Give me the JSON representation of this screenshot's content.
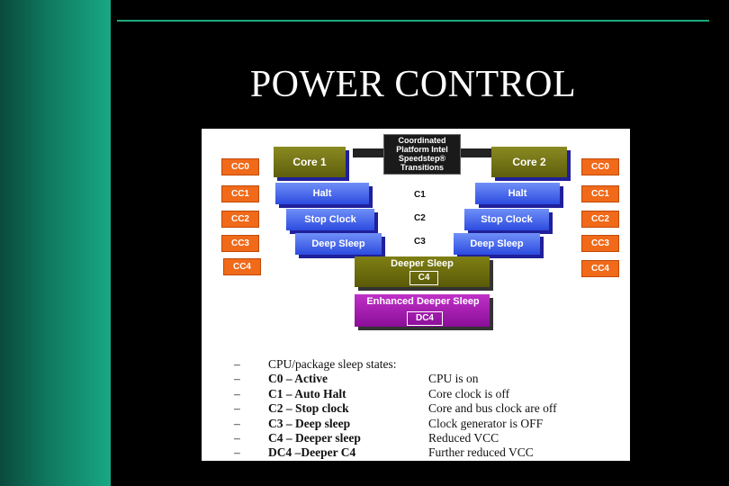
{
  "slide": {
    "title": "POWER CONTROL",
    "colors": {
      "sidebar": "#0f7a60",
      "rule": "#1ea87f",
      "background": "#000000"
    }
  },
  "diagram": {
    "note": "Coordinated Platform Intel Speedstep® Transitions",
    "core1": "Core 1",
    "core2": "Core 2",
    "left_blocks": [
      "Halt",
      "Stop Clock",
      "Deep Sleep"
    ],
    "right_blocks": [
      "Halt",
      "Stop Clock",
      "Deep Sleep"
    ],
    "c_states": [
      "C1",
      "C2",
      "C3"
    ],
    "cc_left": [
      "CC0",
      "CC1",
      "CC2",
      "CC3",
      "CC4"
    ],
    "cc_right": [
      "CC0",
      "CC1",
      "CC2",
      "CC3",
      "CC4"
    ],
    "deeper_sleep": "Deeper Sleep",
    "deeper_sleep_tag": "C4",
    "enhanced": "Enhanced Deeper Sleep",
    "enhanced_tag": "DC4"
  },
  "list": {
    "header": "CPU/package sleep states:",
    "items": [
      {
        "state": "C0 – Active",
        "desc": "CPU is on"
      },
      {
        "state": "C1 – Auto Halt",
        "desc": "Core clock is off"
      },
      {
        "state": "C2 – Stop clock",
        "desc": "Core and bus clock are off"
      },
      {
        "state": "C3 – Deep sleep",
        "desc": "Clock generator is OFF"
      },
      {
        "state": "C4 – Deeper sleep",
        "desc": "Reduced VCC"
      },
      {
        "state": "DC4 –Deeper C4",
        "desc": "Further reduced VCC"
      }
    ]
  }
}
